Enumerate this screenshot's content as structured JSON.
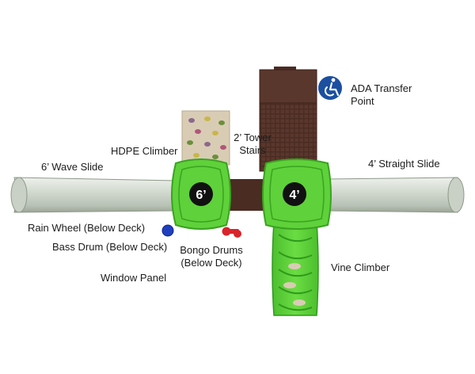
{
  "diagram": {
    "labels": {
      "wave_slide": "6’ Wave Slide",
      "straight_slide": "4’ Straight Slide",
      "hdpe_climber": "HDPE Climber",
      "tower_stairs_line1": "2’ Tower",
      "tower_stairs_line2": "Stairs",
      "ada_line1": "ADA Transfer",
      "ada_line2": "Point",
      "rain_wheel": "Rain Wheel (Below Deck)",
      "bass_drum": "Bass Drum (Below Deck)",
      "bongo_line1": "Bongo Drums",
      "bongo_line2": "(Below Deck)",
      "window_panel": "Window Panel",
      "vine_climber": "Vine Climber"
    },
    "decks": [
      {
        "height_label": "6’"
      },
      {
        "height_label": "4’"
      }
    ],
    "icons": {
      "ada": "wheelchair-accessibility-icon"
    },
    "colors": {
      "deck_green": "#5fd13a",
      "slide_gray": "#cfd6cc",
      "brown": "#4a2c23",
      "climber_tan": "#d9ccb4",
      "ada_blue": "#1c4fa0",
      "drum_blue": "#1f3fbf",
      "drum_red": "#d8242b"
    }
  }
}
